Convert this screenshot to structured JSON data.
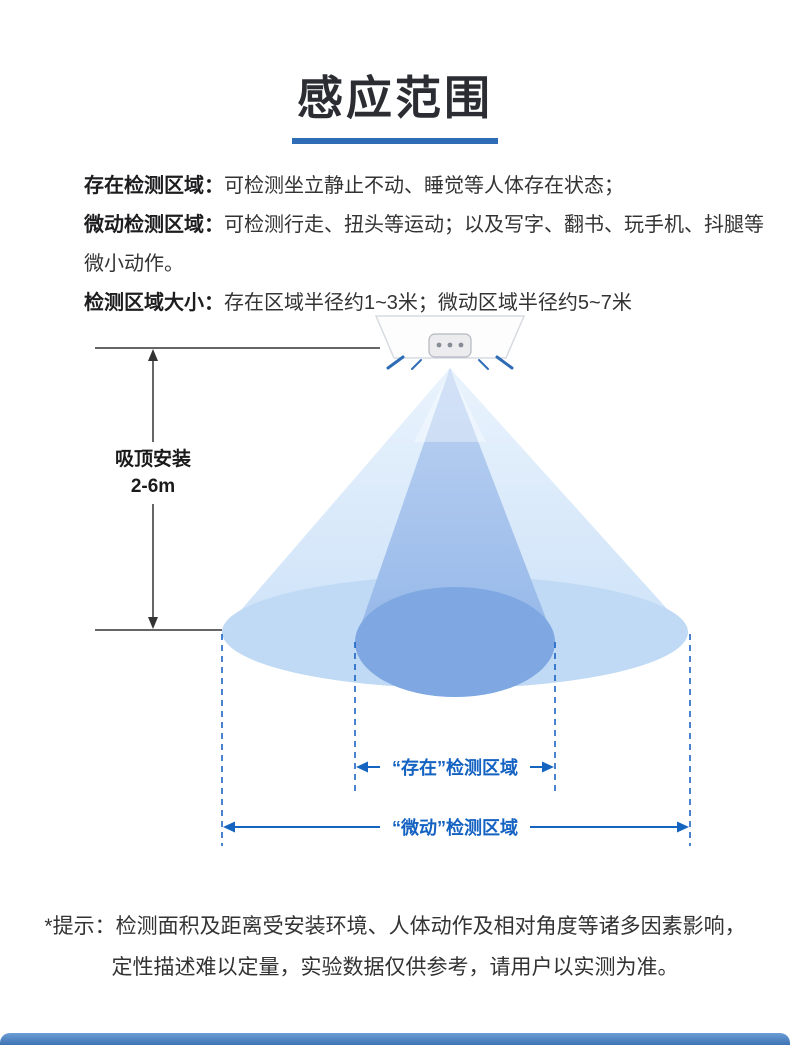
{
  "page": {
    "title": "感应范围"
  },
  "description": {
    "lines": [
      {
        "label": "存在检测区域：",
        "text": "可检测坐立静止不动、睡觉等人体存在状态；"
      },
      {
        "label": "微动检测区域：",
        "text": "可检测行走、扭头等运动；以及写字、翻书、玩手机、抖腿等微小动作。"
      },
      {
        "label": "检测区域大小：",
        "text": "存在区域半径约1~3米；微动区域半径约5~7米"
      }
    ]
  },
  "diagram": {
    "mount_label_line1": "吸顶安装",
    "mount_label_line2": "2-6m",
    "presence_area_label": "“存在”检测区域",
    "micro_motion_area_label": "“微动”检测区域",
    "colors": {
      "accent_blue": "#2e6cb5",
      "diagram_blue": "#1565c0",
      "dashed_line_blue": "#1b63c5",
      "outer_cone_fill": "#c9dff7",
      "inner_cone_fill": "#8db2e7",
      "inner_ellipse_fill": "#7fa8e2",
      "line_black": "#333333"
    }
  },
  "footnote": {
    "line1": "*提示：检测面积及距离受安装环境、人体动作及相对角度等诸多因素影响，",
    "line2": "定性描述难以定量，实验数据仅供参考，请用户以实测为准。"
  }
}
